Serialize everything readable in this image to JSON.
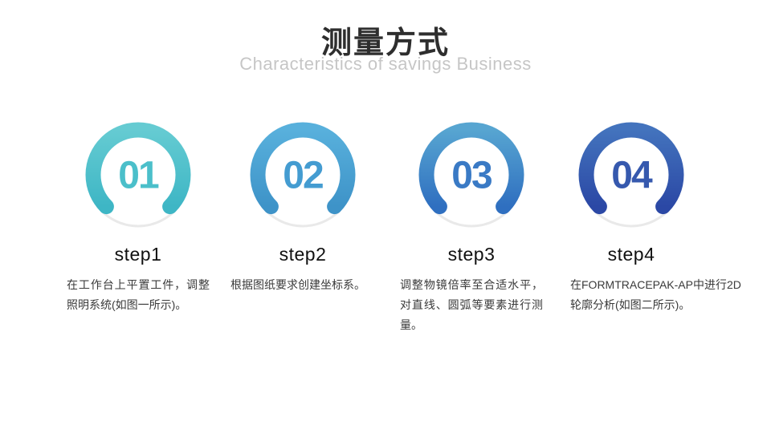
{
  "header": {
    "title": "测量方式",
    "subtitle": "Characteristics of savings Business"
  },
  "steps": [
    {
      "number": "01",
      "label": "step1",
      "description": "在工作台上平置工件，调整照明系统(如图一所示)。",
      "ring_top": "#65CBD2",
      "ring_bottom": "#3EB6C5",
      "number_color": "#4BBFCA"
    },
    {
      "number": "02",
      "label": "step2",
      "description": "根据图纸要求创建坐标系。",
      "ring_top": "#58B0DC",
      "ring_bottom": "#3E93C8",
      "number_color": "#449CD1"
    },
    {
      "number": "03",
      "label": "step3",
      "description": "调整物镜倍率至合适水平，对直线、圆弧等要素进行测量。",
      "ring_top": "#57A5D1",
      "ring_bottom": "#2F6FC0",
      "number_color": "#3A7AC5"
    },
    {
      "number": "04",
      "label": "step4",
      "description": "在FORMTRACEPAK-AP中进行2D轮廓分析(如图二所示)。",
      "ring_top": "#4373BD",
      "ring_bottom": "#2B48A5",
      "number_color": "#3659AE"
    }
  ],
  "colors": {
    "track": "#E9E9E9",
    "title": "#2E2E2E",
    "subtitle": "#C6C6C6",
    "label": "#111111",
    "body": "#3A3A3A",
    "background": "#FFFFFF"
  }
}
